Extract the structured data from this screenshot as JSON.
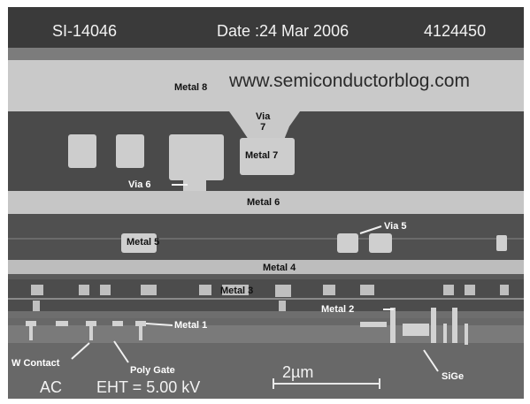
{
  "header": {
    "sample_id": "SI-14046",
    "date": "Date :24 Mar 2006",
    "image_number": "4124450"
  },
  "watermark": "www.semiconductorblog.com",
  "labels": {
    "metal8": "Metal 8",
    "via7": "Via\n7",
    "metal7": "Metal 7",
    "via6": "Via 6",
    "metal6": "Metal 6",
    "metal5": "Metal 5",
    "via5": "Via 5",
    "metal4": "Metal 4",
    "metal3": "Metal 3",
    "metal2": "Metal 2",
    "metal1": "Metal 1",
    "w_contact": "W Contact",
    "poly_gate": "Poly Gate",
    "sige": "SiGe"
  },
  "footer": {
    "detector": "AC",
    "eht": "EHT =  5.00 kV",
    "scale": "2µm"
  }
}
